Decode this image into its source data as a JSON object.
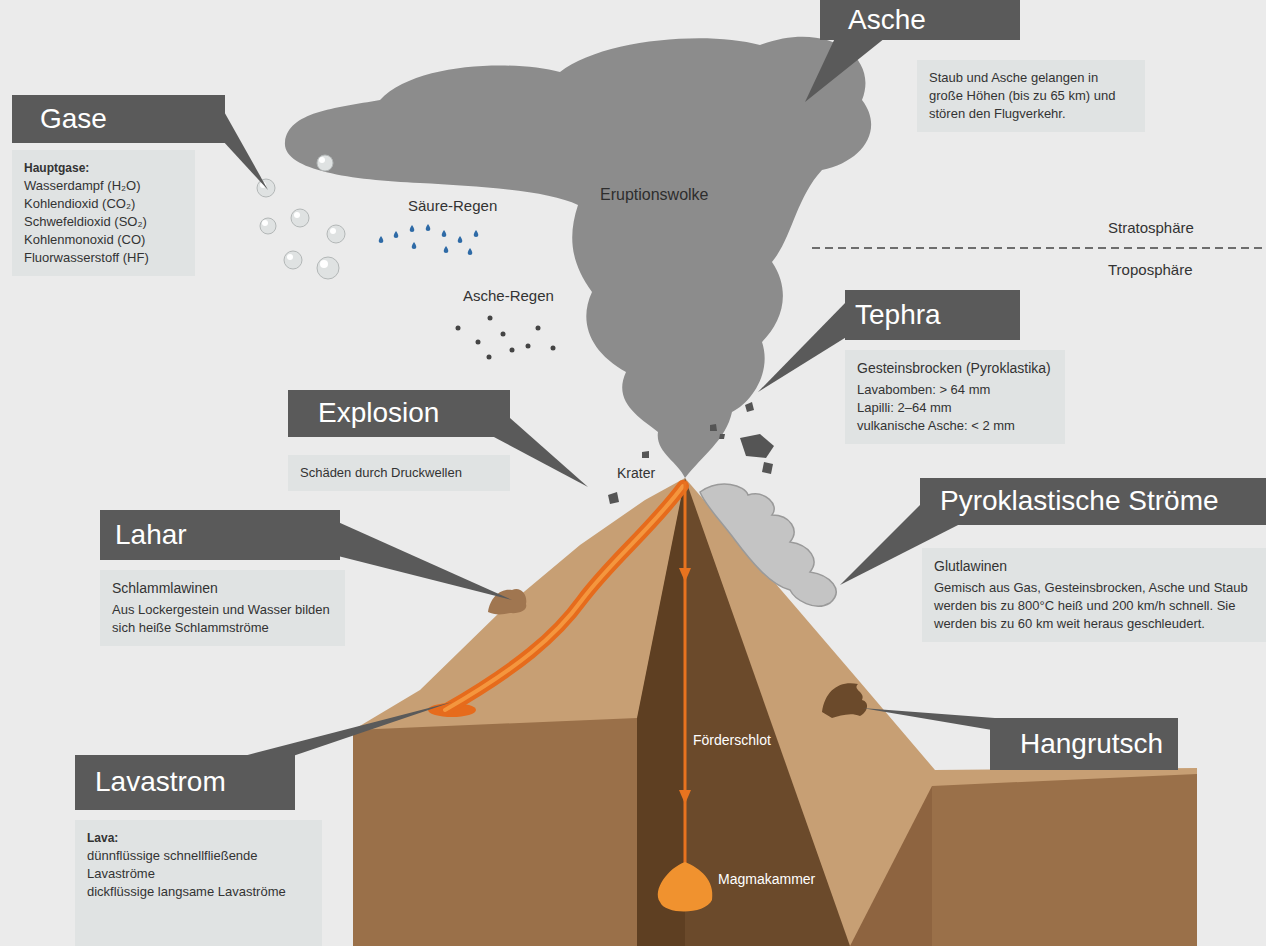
{
  "diagram": {
    "nodes": [
      {
        "text": [
          "Asche",
          "Staub und Asche gelangen in große Höhen (bis zu 65 km) und stören den Flugverkehr."
        ]
      },
      {
        "text": [
          "Gase",
          "Hauptgase:",
          "Wasserdampf (H₂O)",
          "Kohlendioxid (CO₂)",
          "Schwefeldioxid (SO₂)",
          "Kohlenmonoxid (CO)",
          "Fluorwasserstoff (HF)"
        ]
      },
      {
        "text": [
          "Tephra",
          "Gesteinsbrocken (Pyroklastika)",
          "Lavabomben: > 64 mm",
          "Lapilli: 2–64 mm",
          "vulkanische Asche: < 2 mm"
        ]
      },
      {
        "text": [
          "Explosion",
          "Schäden durch Druckwellen"
        ]
      },
      {
        "text": [
          "Lahar",
          "Schlammlawinen",
          "Aus Lockergestein und Wasser bilden sich heiße Schlammströme"
        ]
      },
      {
        "text": [
          "Pyroklastische Ströme",
          "Glutlawinen",
          "Gemisch aus Gas, Gesteinsbrocken, Asche und Staub werden bis zu 800°C heiß und 200 km/h schnell. Sie werden bis zu 60 km weit heraus geschleudert."
        ]
      },
      {
        "text": [
          "Hangrutsch"
        ]
      },
      {
        "text": [
          "Lavastrom",
          "Lava:",
          "dünnflüssige schnellfließende Lavaströme",
          "dickflüssige langsame Lavaströme"
        ]
      }
    ],
    "labels": [
      "Eruptionswolke",
      "Säure-Regen",
      "Stratosphäre",
      "Troposphäre",
      "Asche-Regen",
      "Krater",
      "Förderschlot",
      "Magmakammer"
    ]
  }
}
